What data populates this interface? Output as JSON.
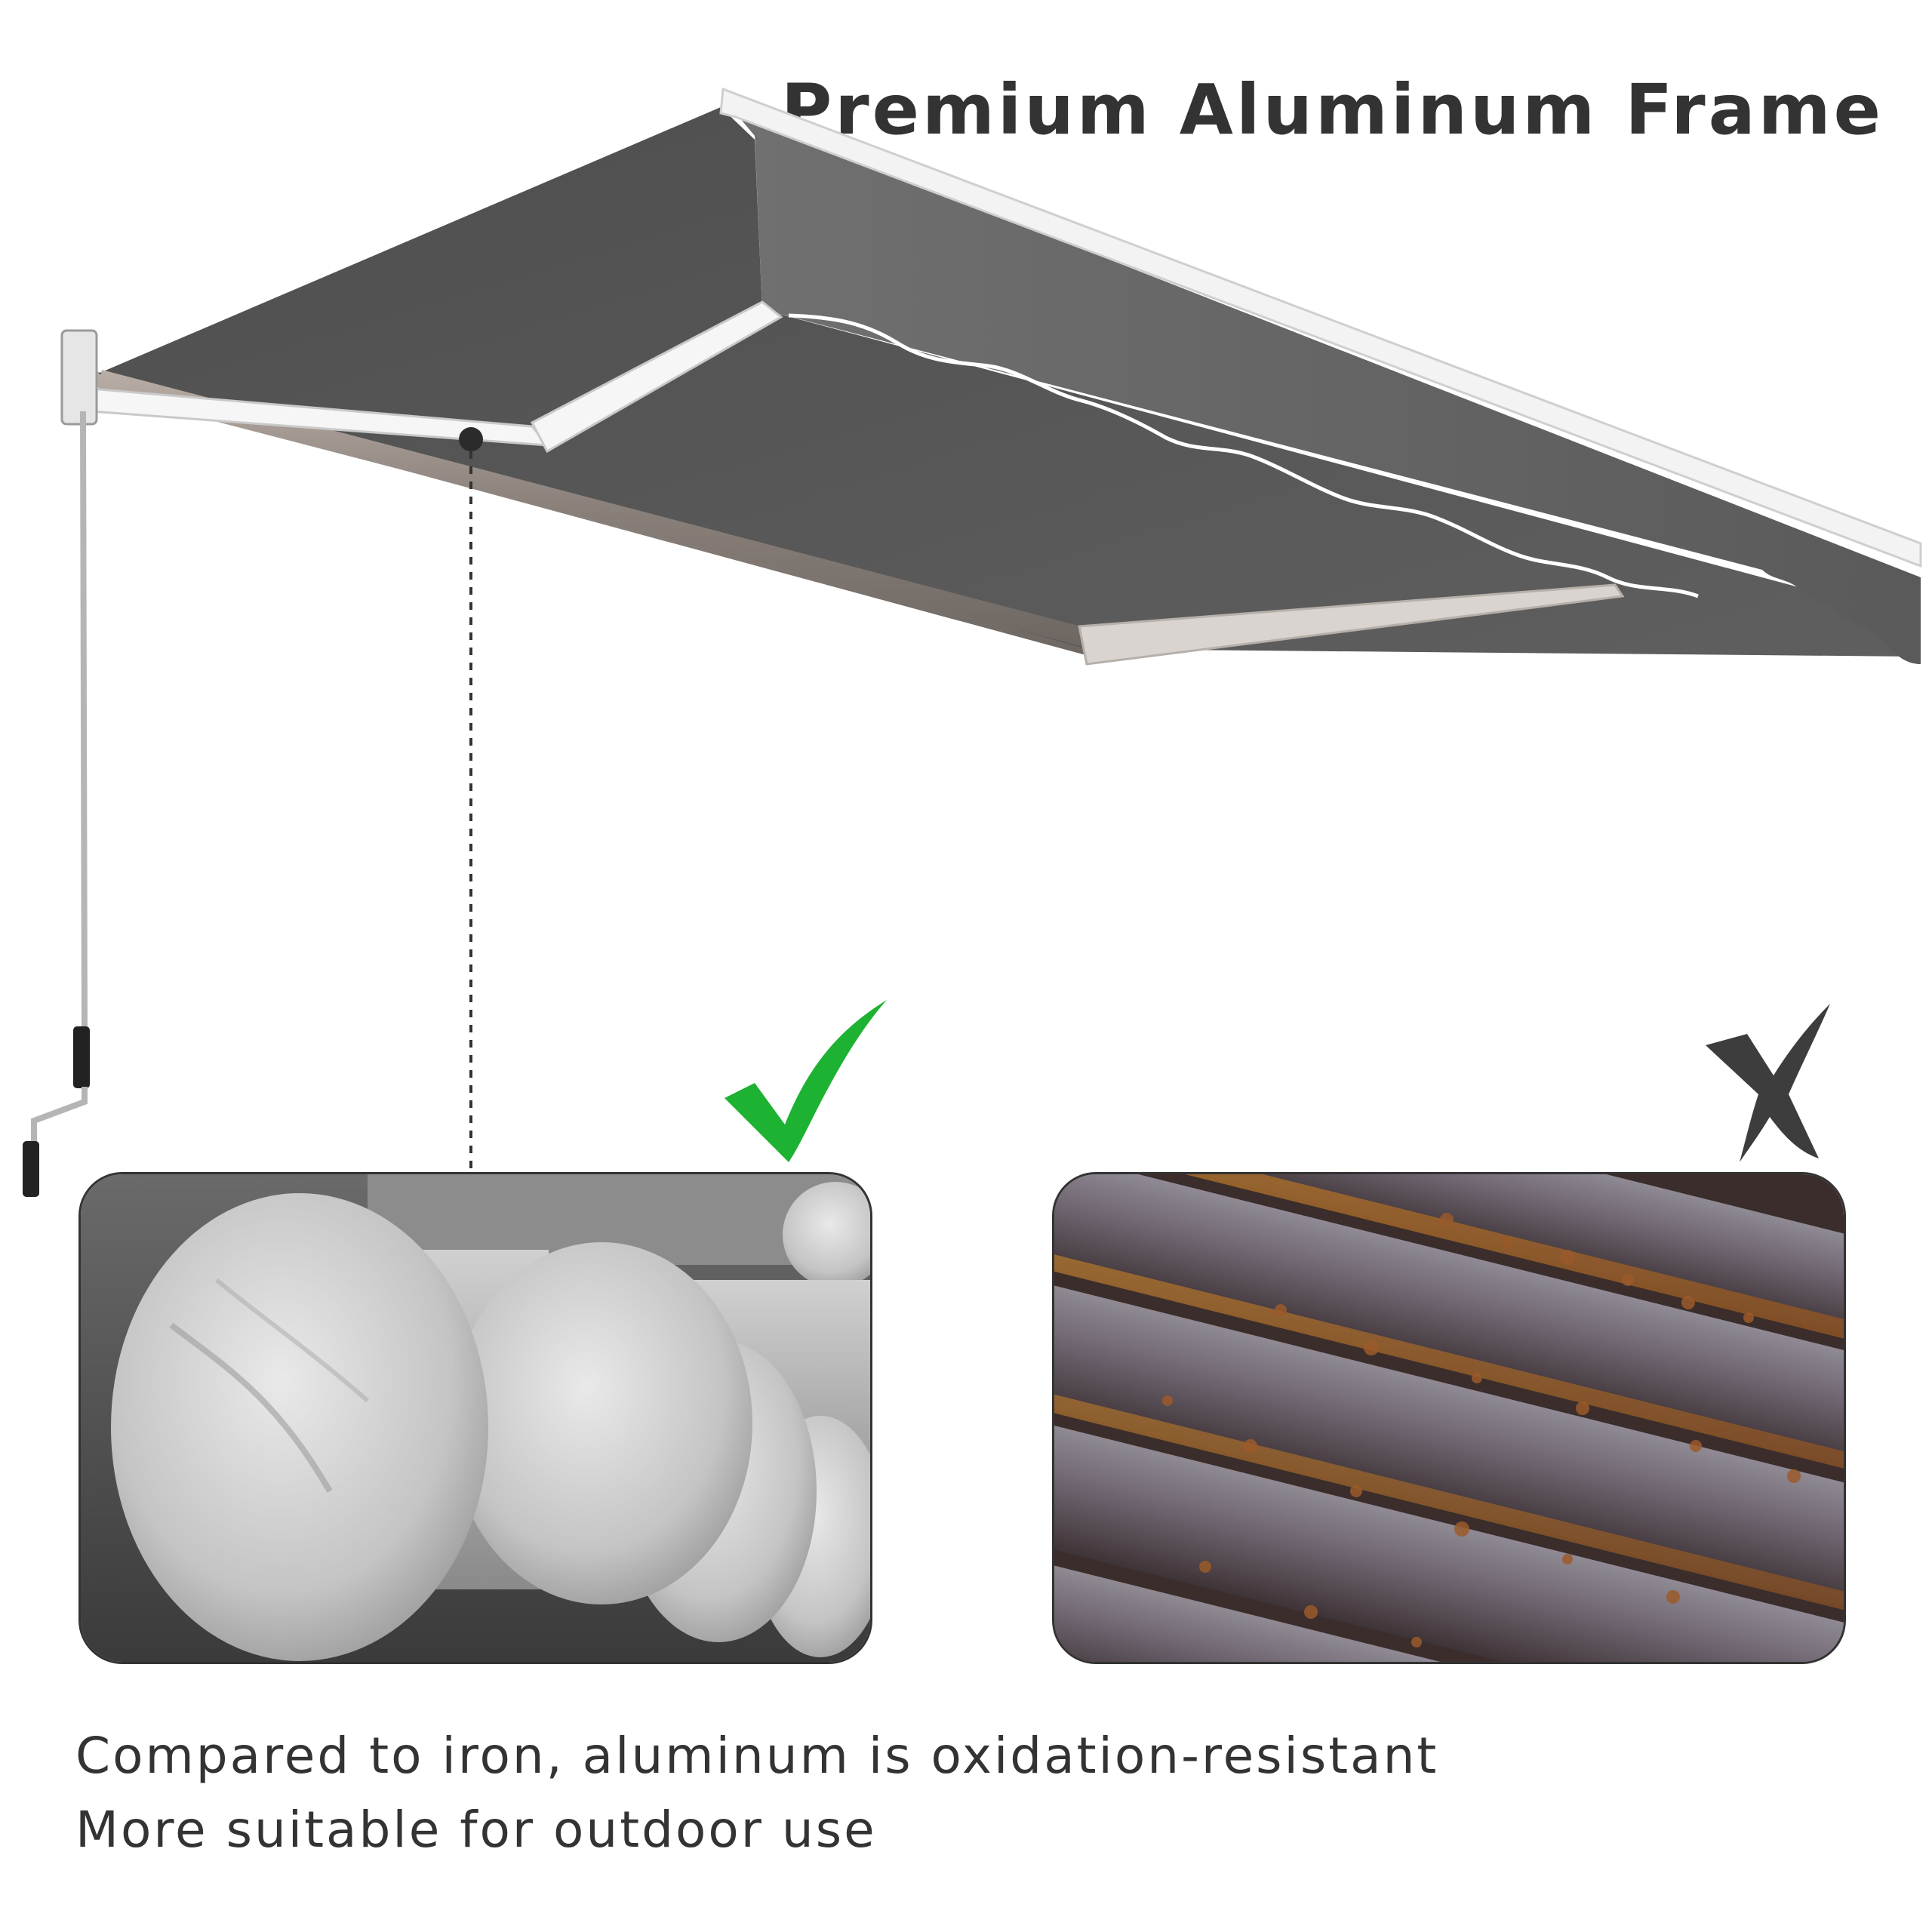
{
  "headline": "Premium Aluminum Frame",
  "comparison": {
    "good": {
      "icon": "check-mark-icon",
      "color": "#1db232",
      "material": "aluminum-bars"
    },
    "bad": {
      "icon": "cross-mark-icon",
      "color": "#3d3d3d",
      "material": "rusty-iron-bars"
    }
  },
  "caption": {
    "line1": "Compared to iron, aluminum is oxidation-resistant",
    "line2": "More suitable for outdoor use"
  },
  "colors": {
    "text": "#333333",
    "canopy": "#575757",
    "frame": "#f2f2f2"
  }
}
